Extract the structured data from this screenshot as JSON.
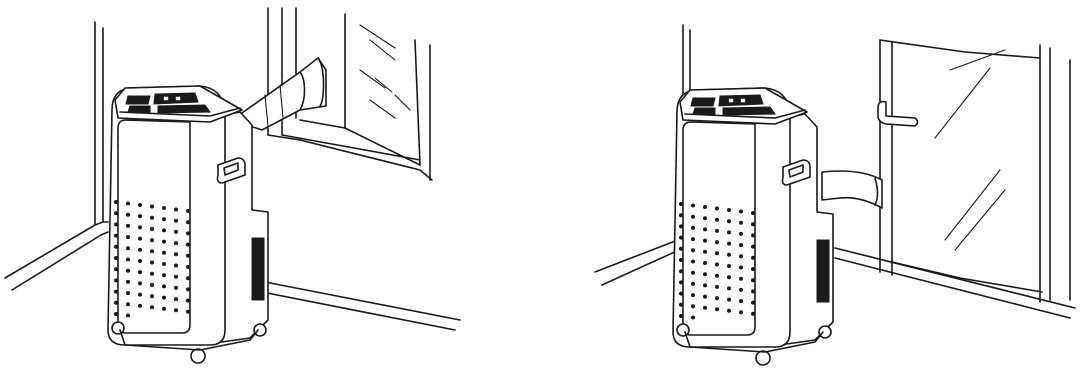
{
  "figure": {
    "panels": [
      {
        "id": "window-installation",
        "unit": "portable-air-conditioner",
        "vent": "window-exhaust-hose"
      },
      {
        "id": "door-installation",
        "unit": "portable-air-conditioner",
        "vent": "sliding-door-exhaust-hose"
      }
    ],
    "line_color": "#1a1a1a",
    "background": "#ffffff"
  }
}
